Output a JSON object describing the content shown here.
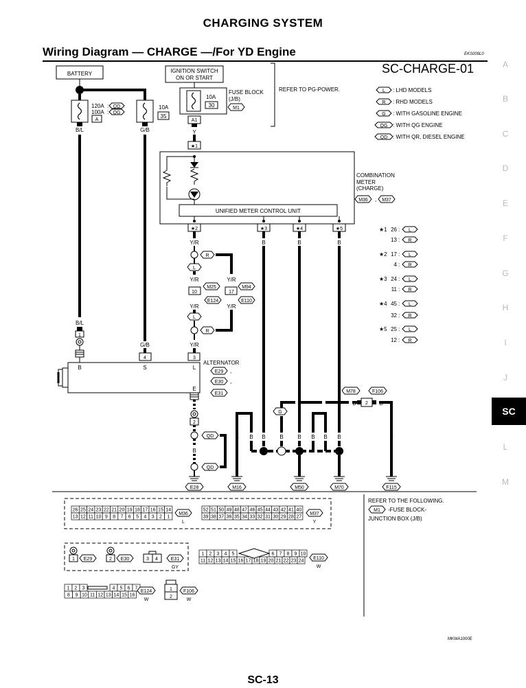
{
  "header": {
    "title": "CHARGING SYSTEM",
    "subtitle": "Wiring Diagram — CHARGE —/For YD Engine",
    "code": "EKS009L0",
    "diagram_id": "SC-CHARGE-01"
  },
  "side_index": {
    "letters": [
      "A",
      "B",
      "C",
      "D",
      "E",
      "F",
      "G",
      "H",
      "I",
      "J",
      "L",
      "M"
    ],
    "active": "SC"
  },
  "footer": {
    "page": "SC-13",
    "ref_code": "MKWA1000E"
  },
  "legend": [
    {
      "tag": "L",
      "text": ": LHD MODELS"
    },
    {
      "tag": "R",
      "text": ": RHD MODELS"
    },
    {
      "tag": "G",
      "text": ": WITH GASOLINE ENGINE"
    },
    {
      "tag": "QG",
      "text": ": WITH QG ENGINE"
    },
    {
      "tag": "QD",
      "text": ": WITH QR, DIESEL ENGINE"
    }
  ],
  "notes": [
    {
      "n": "★1",
      "l": "26",
      "r": "13"
    },
    {
      "n": "★2",
      "l": "17",
      "r": "4"
    },
    {
      "n": "★3",
      "l": "24",
      "r": "11"
    },
    {
      "n": "★4",
      "l": "45",
      "r": "32"
    },
    {
      "n": "★5",
      "l": "25",
      "r": "12"
    }
  ],
  "components": {
    "battery": "BATTERY",
    "ign1": "IGNITION SWITCH",
    "ign2": "ON OR START",
    "fuse_block1": "FUSE BLOCK",
    "fuse_block2": "(J/B)",
    "refer_pg": "REFER TO PG-POWER.",
    "fuse_10a_right": "10A",
    "fuse_30": "30",
    "m1": "M1",
    "a1": "A1",
    "fuse_120a": "120A",
    "fuse_100a": "100A",
    "qd": "QD",
    "qg": "QG",
    "a_box": "A",
    "fuse_10a_left": "10A",
    "fuse_35": "35",
    "comb1": "COMBINATION",
    "comb2": "METER",
    "comb3": "(CHARGE)",
    "m36": "M36",
    "m37": "M37",
    "umcu": "UNIFIED METER CONTROL UNIT",
    "alt": "ALTERNATOR",
    "e29": "E29",
    "e30": "E30",
    "e31": "E31",
    "m25": "M25",
    "m94": "M94",
    "e124": "E124",
    "e110": "E110",
    "pin10": "10",
    "pin17": "17",
    "m78": "M78",
    "f106": "F106",
    "pin2": "2",
    "ground_e28": "E28",
    "ground_m16": "M16",
    "ground_m50": "M50",
    "ground_m70": "M70",
    "ground_f115": "F115"
  },
  "wire_labels": {
    "bl": "B/L",
    "gb": "G/B",
    "y": "Y",
    "yr": "Y/R",
    "b": "B",
    "s": "S",
    "l": "L",
    "e": "E"
  },
  "refer_following": [
    "REFER TO THE FOLLOWING.",
    "-FUSE BLOCK-",
    "JUNCTION BOX (J/B)"
  ],
  "connectors": {
    "m36_top": [
      "26",
      "25",
      "24",
      "23",
      "22",
      "21",
      "20",
      "19",
      "18",
      "17",
      "16",
      "15",
      "14"
    ],
    "m36_bot": [
      "13",
      "12",
      "11",
      "10",
      "9",
      "8",
      "7",
      "6",
      "5",
      "4",
      "3",
      "2",
      "1"
    ],
    "m37_top": [
      "52",
      "51",
      "50",
      "49",
      "48",
      "47",
      "46",
      "45",
      "44",
      "43",
      "42",
      "41",
      "40"
    ],
    "m37_bot": [
      "39",
      "38",
      "37",
      "36",
      "35",
      "34",
      "33",
      "32",
      "31",
      "30",
      "29",
      "28",
      "27"
    ],
    "e110_top": [
      "1",
      "2",
      "3",
      "4",
      "5",
      "6",
      "7",
      "8",
      "9",
      "10"
    ],
    "e110_bot": [
      "11",
      "12",
      "13",
      "14",
      "15",
      "16",
      "17",
      "18",
      "19",
      "20",
      "21",
      "22",
      "23",
      "24"
    ],
    "e124_top": [
      "1",
      "2",
      "3",
      "4",
      "5",
      "6",
      "7"
    ],
    "e124_bot": [
      "8",
      "9",
      "10",
      "11",
      "12",
      "13",
      "14",
      "15",
      "16"
    ],
    "colors": {
      "l": "L",
      "y": "Y",
      "gy": "GY",
      "w": "W"
    }
  },
  "colors": {
    "line": "#000000",
    "side_tab": "#000000",
    "side_letter": "#b8b8b8"
  }
}
